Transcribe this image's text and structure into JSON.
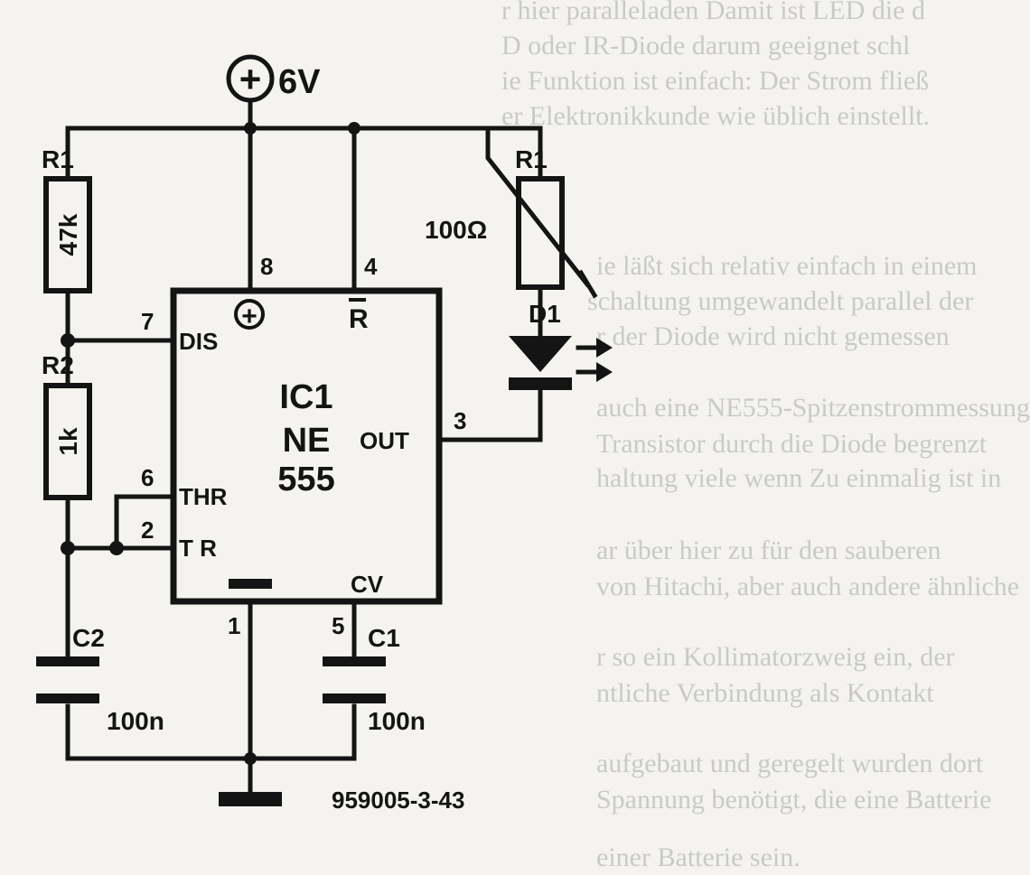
{
  "supply": {
    "symbol": "+",
    "voltage": "6V"
  },
  "components": {
    "r1_left": {
      "ref": "R1",
      "value": "47k"
    },
    "r2": {
      "ref": "R2",
      "value": "1k"
    },
    "c2": {
      "ref": "C2",
      "value": "100n"
    },
    "c1": {
      "ref": "C1",
      "value": "100n"
    },
    "r1_right": {
      "ref": "R1",
      "value": "100Ω"
    },
    "d1": {
      "ref": "D1"
    }
  },
  "ic": {
    "ref": "IC1",
    "part": "NE",
    "part_number": "555",
    "pins": {
      "vcc": {
        "num": "8",
        "label": "+"
      },
      "reset": {
        "num": "4",
        "label": "R"
      },
      "dis": {
        "num": "7",
        "label": "DIS"
      },
      "thr": {
        "num": "6",
        "label": "THR"
      },
      "tr": {
        "num": "2",
        "label": "T R"
      },
      "out": {
        "num": "3",
        "label": "OUT"
      },
      "gnd": {
        "num": "1"
      },
      "cv": {
        "num": "5",
        "label": "CV"
      }
    }
  },
  "figure_code": "959005-3-43",
  "background_text": [
    "r hier paralleladen Damit ist LED die d",
    "D oder IR-Diode darum geeignet schl",
    "ie Funktion ist einfach: Der Strom fließ",
    "er Elektronikkunde wie üblich einstellt.",
    "",
    "ie läßt sich relativ einfach in einem",
    "schaltung umgewandelt parallel der",
    "r der Diode wird nicht gemessen",
    "auch eine NE555-Spitzenstrommessung",
    "Transistor durch die Diode begrenzt",
    "haltung viele wenn Zu einmalig ist in",
    "ar über hier zu für den sauberen",
    "von Hitachi, aber auch andere ähnliche",
    "r so ein Kollimatorzweig ein, der",
    "ntliche Verbindung als Kontakt",
    "aufgebaut und geregelt wurden dort",
    "Spannung benötigt, die eine Batterie",
    "einer Batterie sein."
  ]
}
